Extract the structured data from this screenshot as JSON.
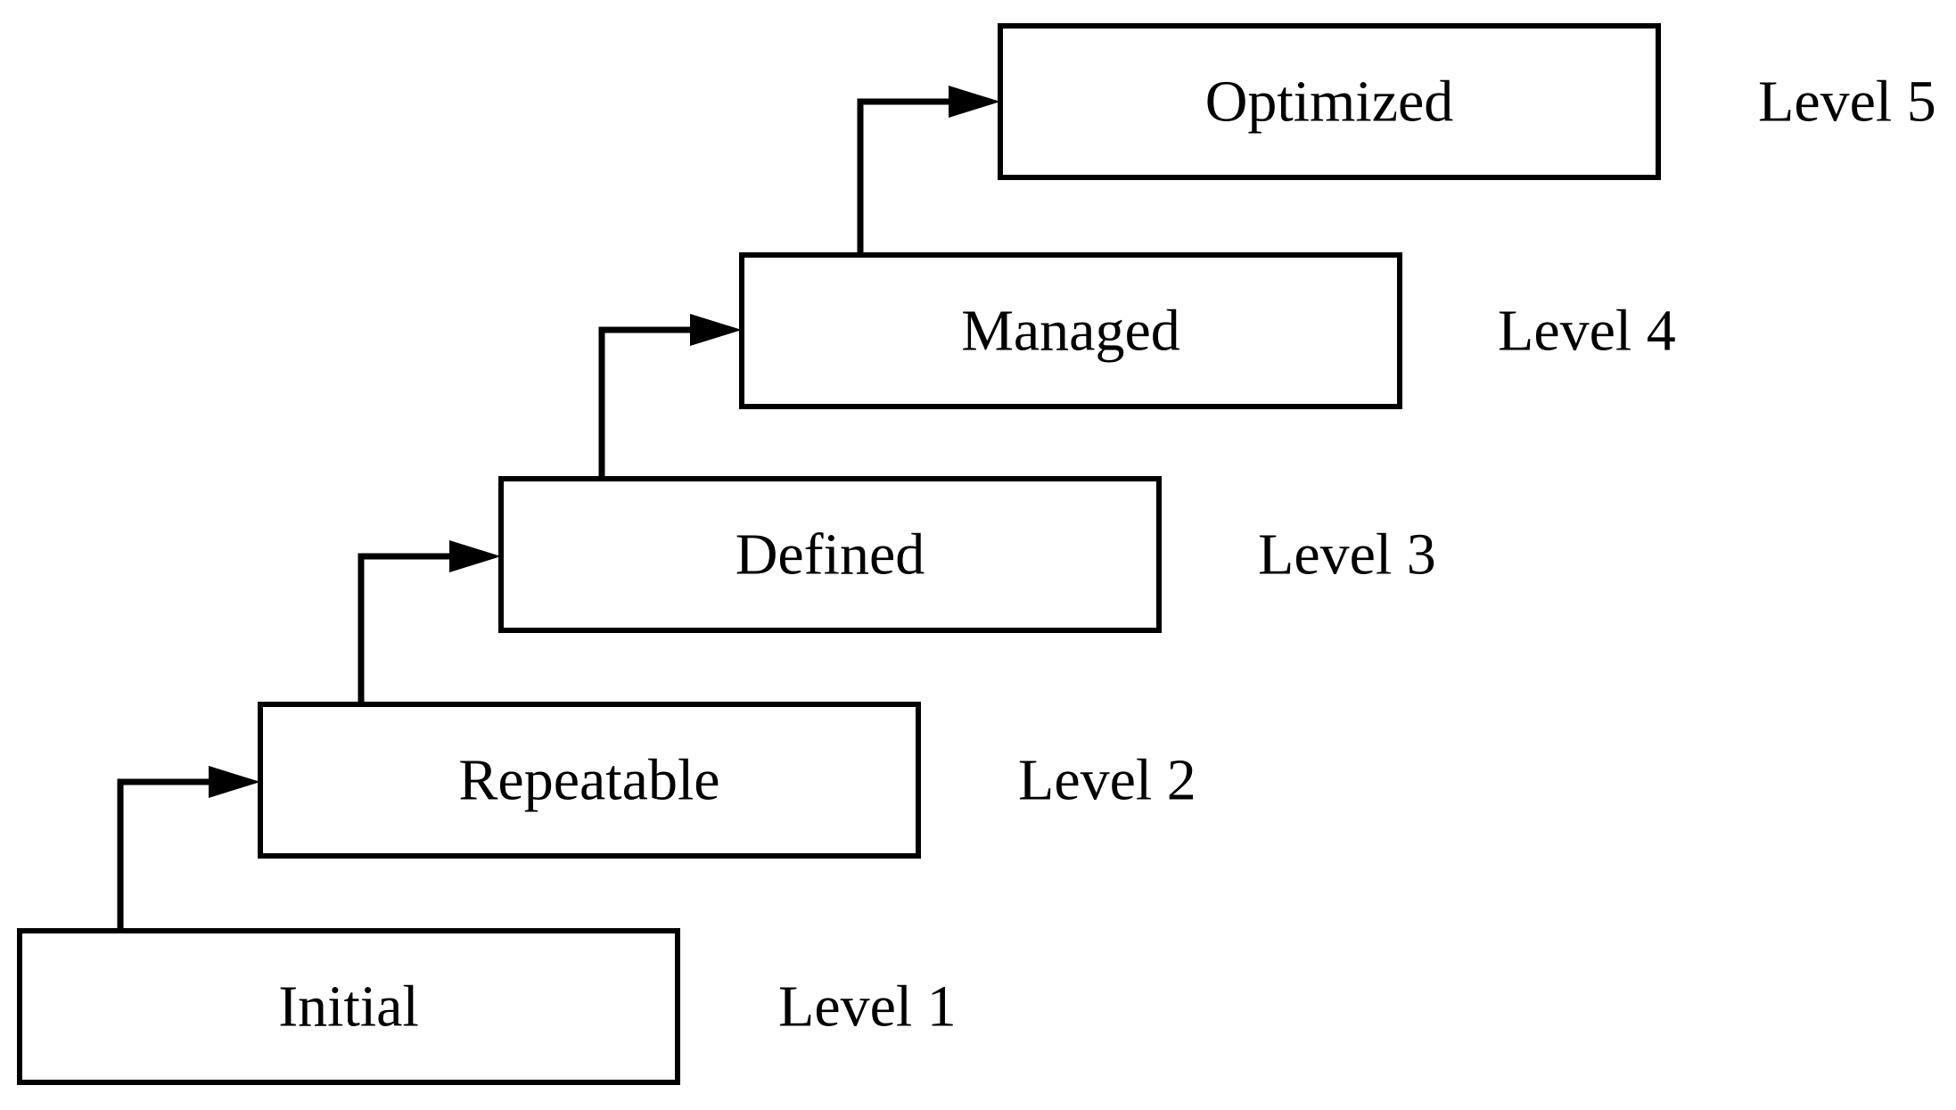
{
  "steps": [
    {
      "label": "Initial",
      "level": "Level 1"
    },
    {
      "label": "Repeatable",
      "level": "Level 2"
    },
    {
      "label": "Defined",
      "level": "Level 3"
    },
    {
      "label": "Managed",
      "level": "Level 4"
    },
    {
      "label": "Optimized",
      "level": "Level 5"
    }
  ],
  "colors": {
    "stroke": "#000000",
    "background": "#ffffff"
  }
}
